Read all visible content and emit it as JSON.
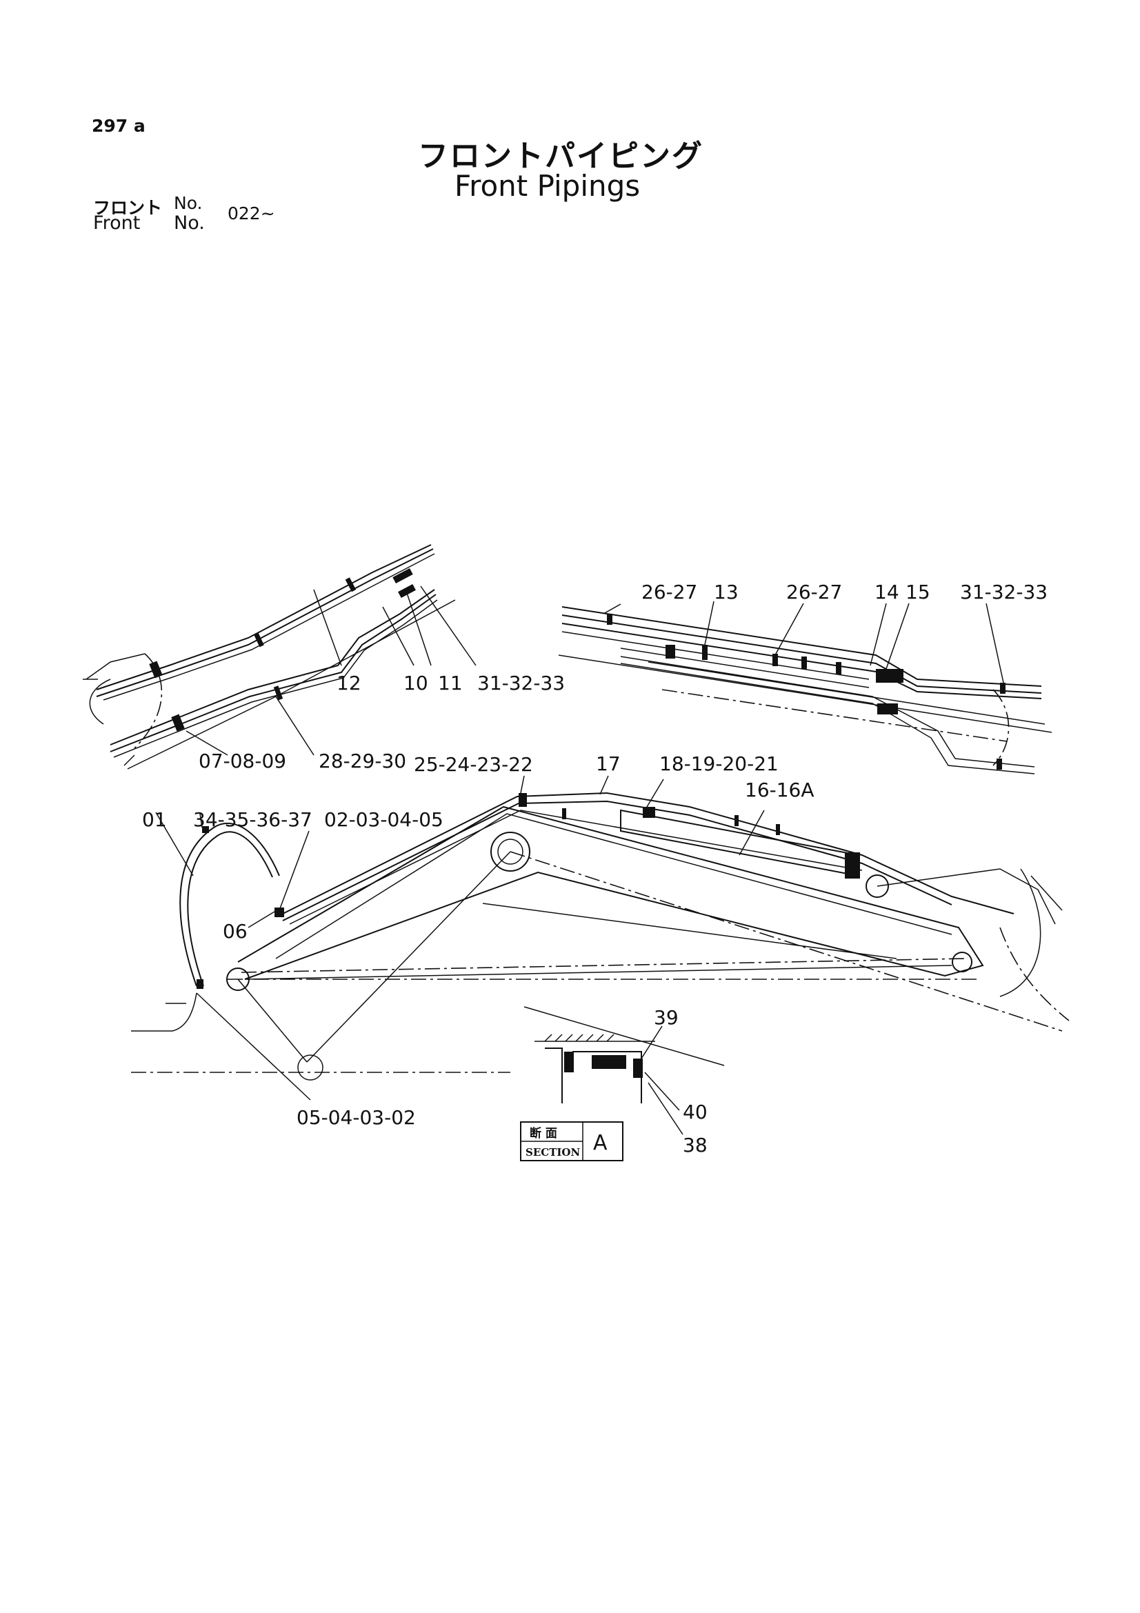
{
  "header": {
    "page_no": "297 a",
    "title_jp": "フロントパイピング",
    "title_en": "Front Pipings",
    "front_no_jp": "フロント",
    "front_no_label1": "No.",
    "front_no_en": "Front",
    "front_no_label2": "No.",
    "front_no_range": "022~"
  },
  "callouts": {
    "c12": "12",
    "c10": "10",
    "c11": "11",
    "c31_left": "31-32-33",
    "c07": "07-08-09",
    "c28": "28-29-30",
    "c26a": "26-27",
    "c13": "13",
    "c26b": "26-27",
    "c14": "14",
    "c15": "15",
    "c31_right": "31-32-33",
    "c25": "25-24-23-22",
    "c17": "17",
    "c18": "18-19-20-21",
    "c16": "16-16A",
    "c01": "01",
    "c34": "34-35-36-37",
    "c02": "02-03-04-05",
    "c06": "06",
    "c05": "05-04-03-02",
    "c39": "39",
    "c40": "40",
    "c38": "38"
  },
  "section": {
    "label_jp": "断 面",
    "label_en": "SECTION",
    "letter": "A"
  }
}
